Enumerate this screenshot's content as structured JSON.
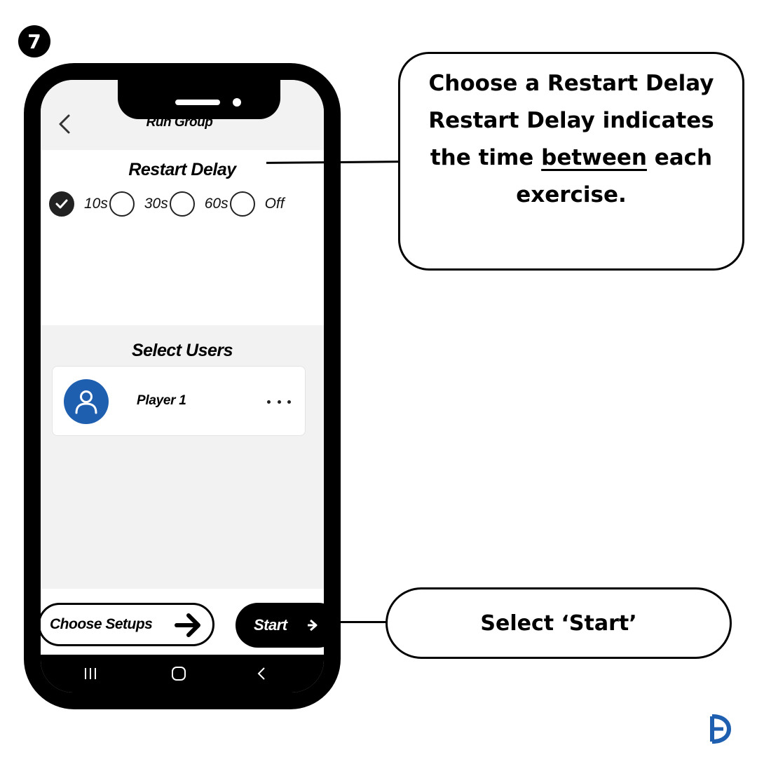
{
  "step": {
    "number": "7"
  },
  "app": {
    "header": {
      "title": "Run Group"
    },
    "restart_delay": {
      "title": "Restart Delay",
      "options": [
        {
          "label": "10s",
          "selected": true
        },
        {
          "label": "30s",
          "selected": false
        },
        {
          "label": "60s",
          "selected": false
        },
        {
          "label": "Off",
          "selected": false
        }
      ]
    },
    "users": {
      "title": "Select Users",
      "items": [
        {
          "name": "Player 1"
        }
      ]
    },
    "actions": {
      "choose_setups_label": "Choose Setups",
      "start_label": "Start"
    }
  },
  "callouts": {
    "delay": {
      "line1": "Choose a Restart Delay",
      "line2": "Restart Delay indicates",
      "line3_prefix": "the time ",
      "line3_underlined": "between",
      "line3_suffix": " each",
      "line4": "exercise."
    },
    "start": {
      "text": "Select ‘Start’"
    }
  },
  "colors": {
    "accent": "#1f5fb0",
    "phone_frame": "#000000",
    "screen_bg": "#f2f2f2"
  },
  "icons": [
    "back-chevron-icon",
    "user-icon",
    "more-dots-icon",
    "arrow-right-icon",
    "recent-apps-icon",
    "home-icon",
    "nav-back-icon",
    "brand-logo-icon"
  ]
}
